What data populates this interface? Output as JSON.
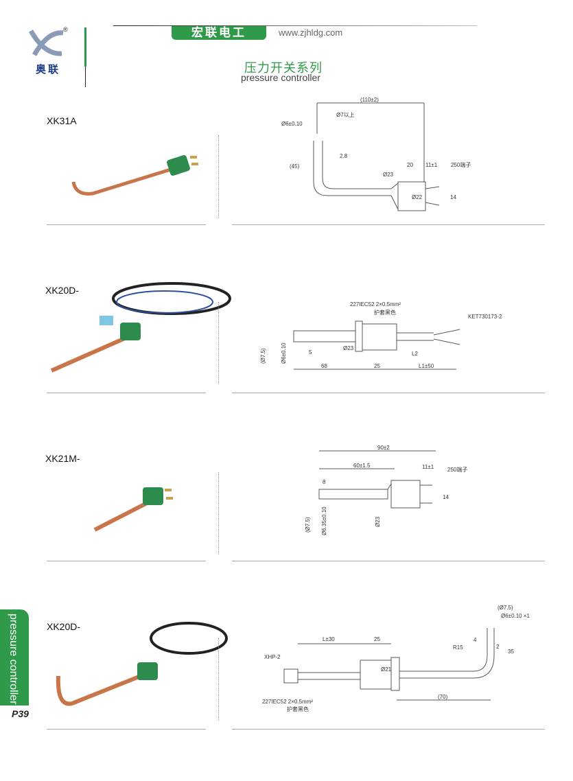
{
  "header": {
    "logo_text": "奥联",
    "registered": "®",
    "brand": "宏联电工",
    "url": "www.zjhldg.com",
    "title_cn": "压力开关系列",
    "title_en": "pressure controller"
  },
  "sidebar": {
    "tab": "pressure controller",
    "page": "P39"
  },
  "products": [
    {
      "model": "XK31A",
      "dims": [
        "(110±2)",
        "Ø7以上",
        "Ø6±0.10",
        "2.8",
        "(45)",
        "Ø23",
        "20",
        "11±1",
        "250端子",
        "Ø22",
        "14"
      ]
    },
    {
      "model": "XK20D-",
      "dims": [
        "227IEC52 2×0.5mm²",
        "护套黑色",
        "KET730173-2",
        "(Ø7.5)",
        "Ø6±0.10",
        "5",
        "Ø23",
        "L2",
        "68",
        "25",
        "L1±50"
      ]
    },
    {
      "model": "XK21M-",
      "dims": [
        "90±2",
        "60±1.5",
        "11±1",
        "250端子",
        "8",
        "14",
        "(Ø7.5)",
        "Ø6.35±0.10",
        "Ø23"
      ]
    },
    {
      "model": "XK20D-",
      "dims": [
        "(Ø7.5)",
        "Ø6±0.10 ×1",
        "4",
        "2",
        "35",
        "L±30",
        "25",
        "XHP-2",
        "R15",
        "Ø21",
        "(70)",
        "227IEC52 2×0.5mm²",
        "护套黑色"
      ]
    }
  ],
  "colors": {
    "accent": "#2f9a4a",
    "copper": "#c8754a"
  }
}
